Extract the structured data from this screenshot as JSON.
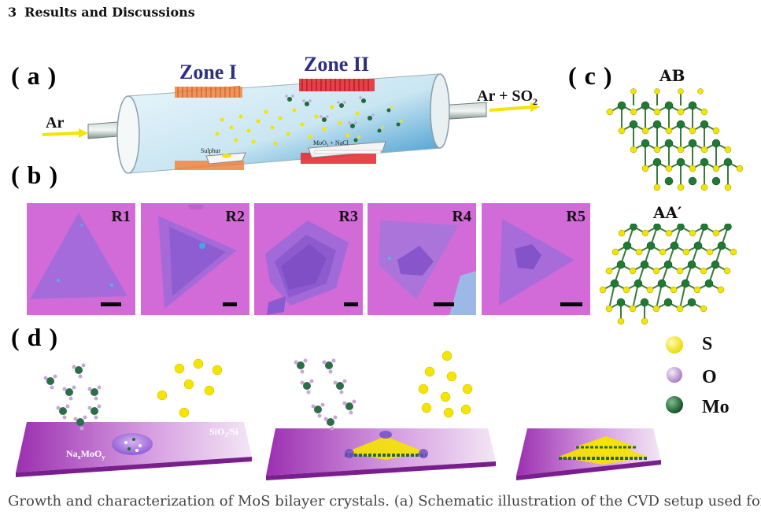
{
  "section": {
    "number": "3",
    "title": "Results and Discussions"
  },
  "panel_labels": {
    "a": "( a )",
    "b": "( b )",
    "c": "( c )",
    "d": "( d )"
  },
  "furnace": {
    "zone1": "Zone I",
    "zone2": "Zone II",
    "inlet": "Ar",
    "outlet": "Ar + SO",
    "outlet_sub": "2",
    "boat1": "Sulphur",
    "boat2": "MoO",
    "boat2_sub": "3",
    "boat2_suffix": " + NaCl"
  },
  "micrographs": [
    {
      "label": "R1"
    },
    {
      "label": "R2"
    },
    {
      "label": "R3"
    },
    {
      "label": "R4"
    },
    {
      "label": "R5"
    }
  ],
  "stacking": {
    "top": "AB",
    "bottom": "AA′"
  },
  "legend": [
    {
      "label": "S",
      "color": "#f2e600"
    },
    {
      "label": "O",
      "color": "#c9a6d8"
    },
    {
      "label": "Mo",
      "color": "#1f6b3a"
    }
  ],
  "substrate": {
    "label": "SiO",
    "sub": "2",
    "suffix": "/Si"
  },
  "droplet": {
    "label": "Na",
    "sub1": "x",
    "mid": "MoO",
    "sub2": "y"
  },
  "caption": "Growth and characterization of MoS bilayer crystals. (a) Schematic illustration of the CVD setup used for"
}
